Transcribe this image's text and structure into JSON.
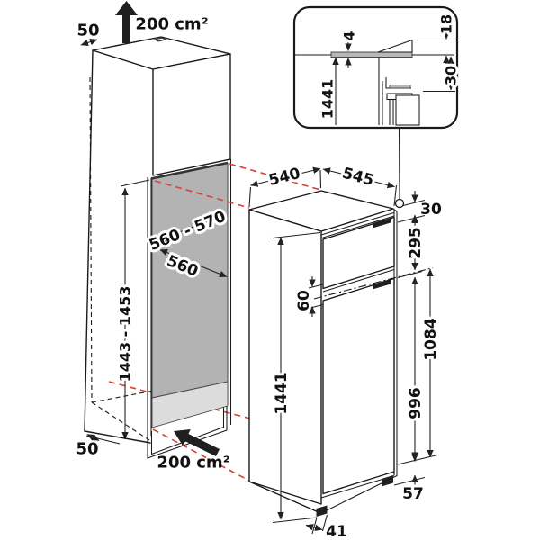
{
  "title": "Built-in fridge-freezer installation dimensions diagram",
  "niche": {
    "top_clearance_mm": "50",
    "top_vent_area": "200 cm²",
    "width_range_mm": "560 - 570",
    "depth_mm": "560",
    "height_range_mm": "1443 - 1453",
    "bottom_clearance_mm": "50",
    "bottom_vent_area": "200 cm²"
  },
  "appliance": {
    "top_depth_mm": "540",
    "top_width_mm": "545",
    "top_gap_mm": "30",
    "freezer_door_mm": "295",
    "divider_mm": "60",
    "upper_span_mm": "1084",
    "lower_door_mm": "996",
    "height_mm": "1441",
    "rear_foot_mm": "57",
    "front_foot_inset_mm": "41"
  },
  "detail_inset": {
    "gap_mm": "4",
    "overhang_mm": "18",
    "offset_mm": "30",
    "height_mm": "1441"
  },
  "colors": {
    "line": "#1a1a1a",
    "red_dashed": "#d9413b",
    "panel_gray": "#b3b3b3",
    "floor_gray": "#dcdcdc"
  }
}
